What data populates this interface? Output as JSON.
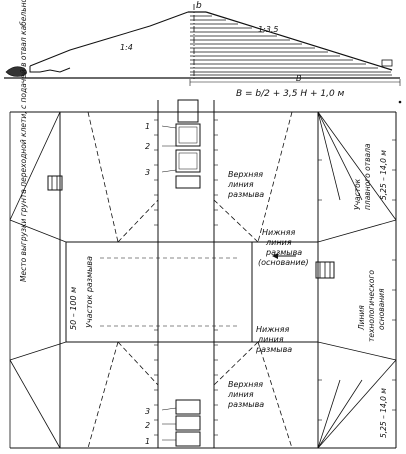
{
  "profile": {
    "axis_mark": "b",
    "left_slope": "1:4",
    "right_slope": "1:3,5",
    "base_mark": "B",
    "width_formula": "B = b/2 + 3,5 H + 1,0 м"
  },
  "plan": {
    "left_vertical_text": "Место выгрузки грунта переходной клети, с подачей в отвал кабельной лебёдкой",
    "upper_line_top": [
      "Верхняя",
      "линия",
      "размыва"
    ],
    "lower_line_top": [
      "Нижняя",
      "линия",
      "размыва",
      "(основание)"
    ],
    "lower_line_bottom": [
      "Нижняя",
      "линия",
      "размыва"
    ],
    "upper_line_bottom": [
      "Верхняя",
      "линия",
      "размыва"
    ],
    "section_plan_left": "Участок размыва",
    "dim_left": "50 – 100 м",
    "section_right_top": [
      "Участок",
      "плавного отвала"
    ],
    "dim_right_top": "5,25 – 14,0 м",
    "section_right_mid": [
      "Линия",
      "технологического",
      "основания"
    ],
    "dim_right_bottom": "5,25 – 14,0 м",
    "cell_numbers_top": [
      "1",
      "2",
      "3"
    ],
    "cell_numbers_bottom": [
      "3",
      "2",
      "1"
    ]
  }
}
